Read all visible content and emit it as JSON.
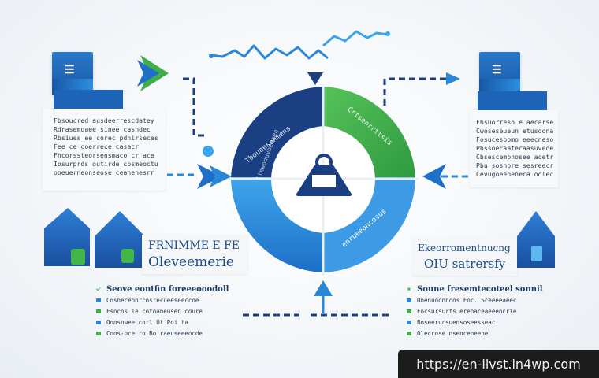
{
  "center": {
    "icon": "warning-triangle-icon",
    "segment_dark_text": "Tbouaesenmens",
    "segment_green_text": "Crtsenrrttsis",
    "segment_light_left_text": "ltewoouvoeesen",
    "segment_light_right_text": "enrueeoncosus"
  },
  "left_panel": {
    "lines": [
      "Fbsoucred ausdeerrescdatey",
      "Rdrasemoaee sinee casndec",
      "Rbsiues ee corec pdnirseces",
      "Fee ce coerrece casacr",
      "Fhcorssteorsensmaco cr ace",
      "Iosurprds outirde cosmeoctuc",
      "ooeuerneonseose ceanenesrr"
    ]
  },
  "right_panel": {
    "lines": [
      "Fbsuorreso e aecarserees",
      "Cwoseseueun etusoonaesse",
      "Fosucesoomo eeecnesot",
      "Pbssoecaatecaasuveoee",
      "Cbsescemonosee acetrse",
      "Pbu sosnore sesreecrersseu",
      "Cevugoeeneneca ooleccsoee"
    ]
  },
  "left_title": {
    "line1": "FRNIMME E FE",
    "line2": "Oleveemerie"
  },
  "right_title": {
    "line1": "Ekeorromentnucng",
    "line2": "OIU satrersfy"
  },
  "left_list": {
    "heading": "Seove eontfin foreeeooodoll",
    "items": [
      "Cosneceonrcosrecueeseeccoe",
      "Fsocos ie cotoaneusen coure",
      "Ooosnwee corl Ut Poi ta",
      "Coos-oce ro Bo raeuseeeocde"
    ]
  },
  "right_list": {
    "heading": "Soune fresemtecoteel sonnil",
    "items": [
      "Onenuoonncos Foc. Sceeeeaeec",
      "Focsursurfs erenaceaeeencrie",
      "Boseerucsuensoseesseac",
      "Olecrose nsenceneene"
    ]
  },
  "url": "https://en-ilvst.in4wp.com",
  "colors": {
    "navy": "#1a3f82",
    "green": "#3fae4a",
    "blue": "#2a86d6",
    "light_blue": "#4fb0ef"
  }
}
